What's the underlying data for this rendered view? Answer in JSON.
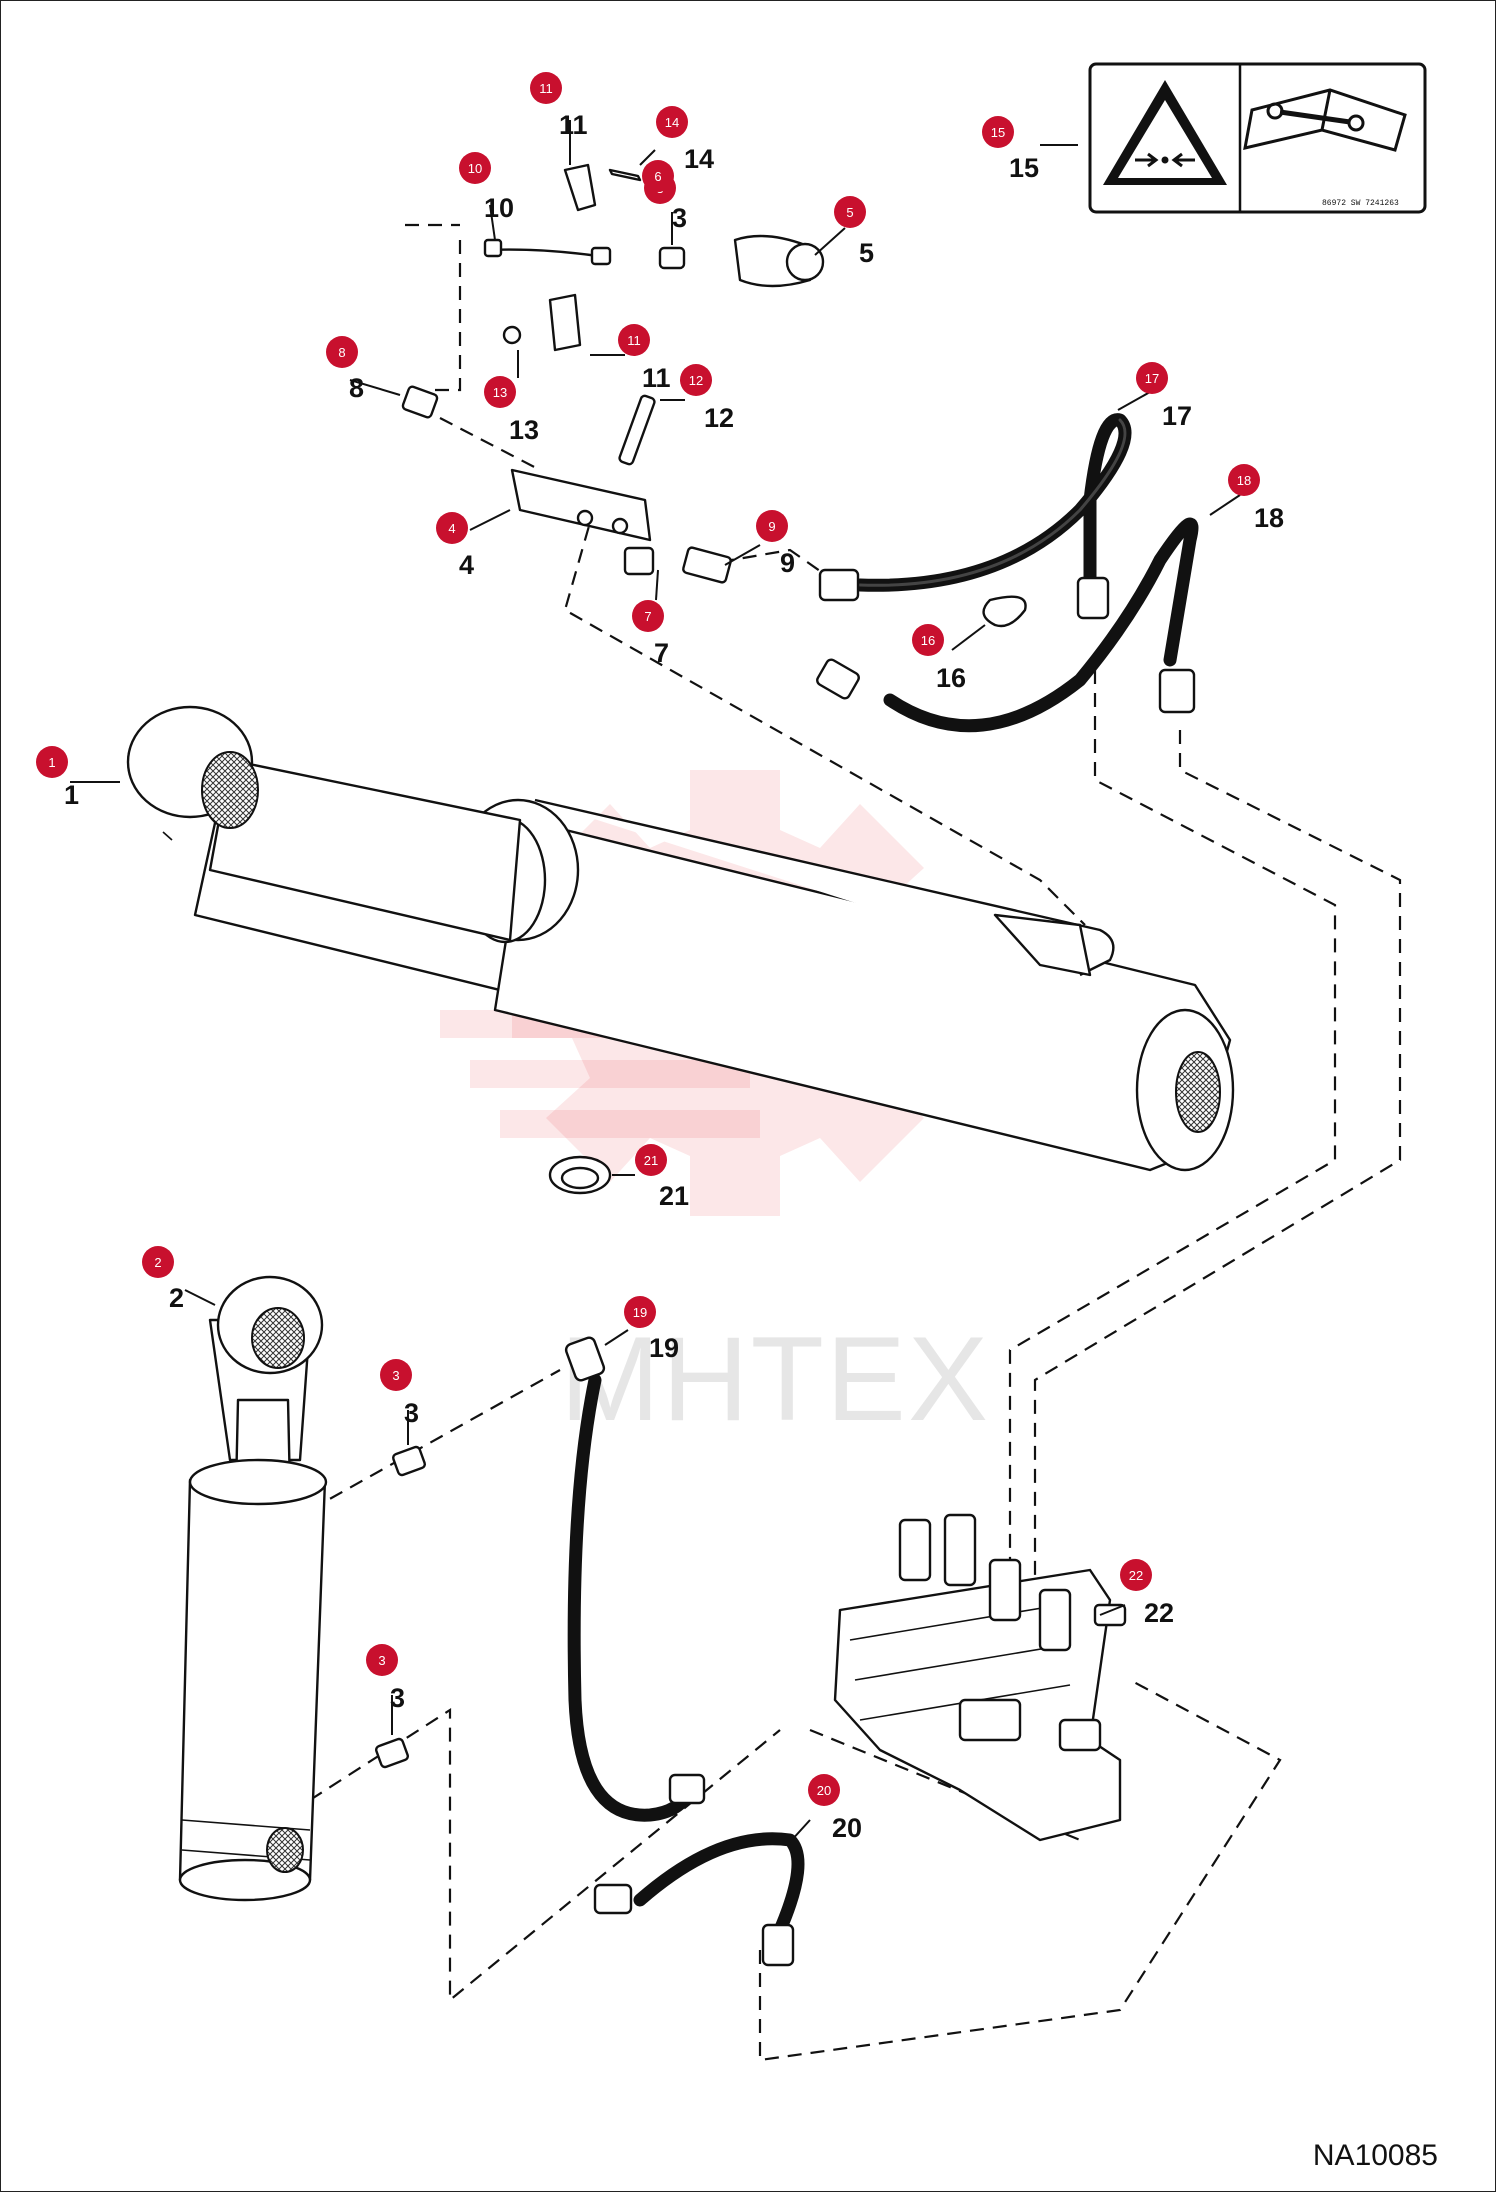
{
  "drawing_code": "NA10085",
  "watermark": "MHTEX",
  "decal_print": "86972 SW   7241263",
  "callouts": [
    {
      "id": "1",
      "label": "1",
      "badge": "1"
    },
    {
      "id": "2",
      "label": "2",
      "badge": "2"
    },
    {
      "id": "3a",
      "label": "3",
      "badge": "3"
    },
    {
      "id": "3b",
      "label": "3",
      "badge": "3"
    },
    {
      "id": "3c",
      "label": "3",
      "badge": "3"
    },
    {
      "id": "4",
      "label": "4",
      "badge": "4"
    },
    {
      "id": "5",
      "label": "5",
      "badge": "5"
    },
    {
      "id": "6",
      "label": "6",
      "badge": "6"
    },
    {
      "id": "7",
      "label": "7",
      "badge": "7"
    },
    {
      "id": "8",
      "label": "8",
      "badge": "8"
    },
    {
      "id": "9",
      "label": "9",
      "badge": "9"
    },
    {
      "id": "10",
      "label": "10",
      "badge": "10"
    },
    {
      "id": "11a",
      "label": "11",
      "badge": "11"
    },
    {
      "id": "11b",
      "label": "11",
      "badge": "11"
    },
    {
      "id": "12",
      "label": "12",
      "badge": "12"
    },
    {
      "id": "13",
      "label": "13",
      "badge": "13"
    },
    {
      "id": "14",
      "label": "14",
      "badge": "14"
    },
    {
      "id": "15",
      "label": "15",
      "badge": "15"
    },
    {
      "id": "16",
      "label": "16",
      "badge": "16"
    },
    {
      "id": "17",
      "label": "17",
      "badge": "17"
    },
    {
      "id": "18",
      "label": "18",
      "badge": "18"
    },
    {
      "id": "19",
      "label": "19",
      "badge": "19"
    },
    {
      "id": "20",
      "label": "20",
      "badge": "20"
    },
    {
      "id": "21",
      "label": "21",
      "badge": "21"
    },
    {
      "id": "22",
      "label": "22",
      "badge": "22"
    }
  ],
  "icons": {
    "decal_left": "crush-warning-triangle-icon",
    "decal_right": "operators-manual-icon"
  },
  "colors": {
    "badge": "#c8102e",
    "line": "#111111",
    "watermark": "#e8262b"
  }
}
